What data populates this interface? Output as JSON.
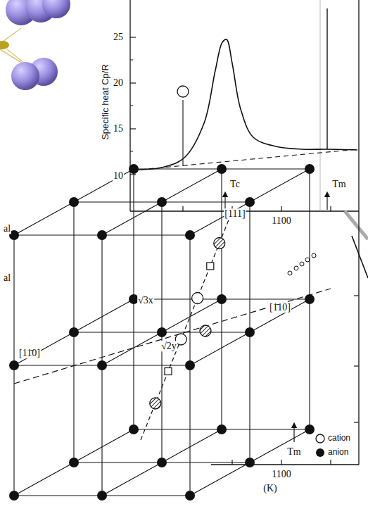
{
  "diagram": {
    "labels": [
      "Specific heat Cp/R",
      "25",
      "20",
      "15",
      "10",
      "Tc",
      "Tm",
      "1100",
      "[111]",
      "[1̄10]",
      "[11̄0]",
      "√3x",
      "√2y",
      "Tm",
      "1100",
      "(K)",
      "al",
      "al"
    ],
    "legend": [
      {
        "text": "cation"
      },
      {
        "text": "anion"
      }
    ]
  }
}
